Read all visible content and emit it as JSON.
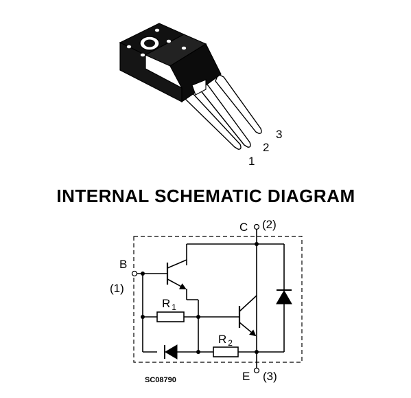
{
  "package": {
    "pin_labels": [
      "1",
      "2",
      "3"
    ]
  },
  "diagram": {
    "title": "INTERNAL SCHEMATIC DIAGRAM",
    "collector": {
      "letter": "C",
      "pin": "(2)"
    },
    "base": {
      "letter": "B",
      "pin": "(1)"
    },
    "emitter": {
      "letter": "E",
      "pin": "(3)"
    },
    "r1": {
      "letter": "R",
      "sub": "1"
    },
    "r2": {
      "letter": "R",
      "sub": "2"
    },
    "code": "SC08790"
  }
}
